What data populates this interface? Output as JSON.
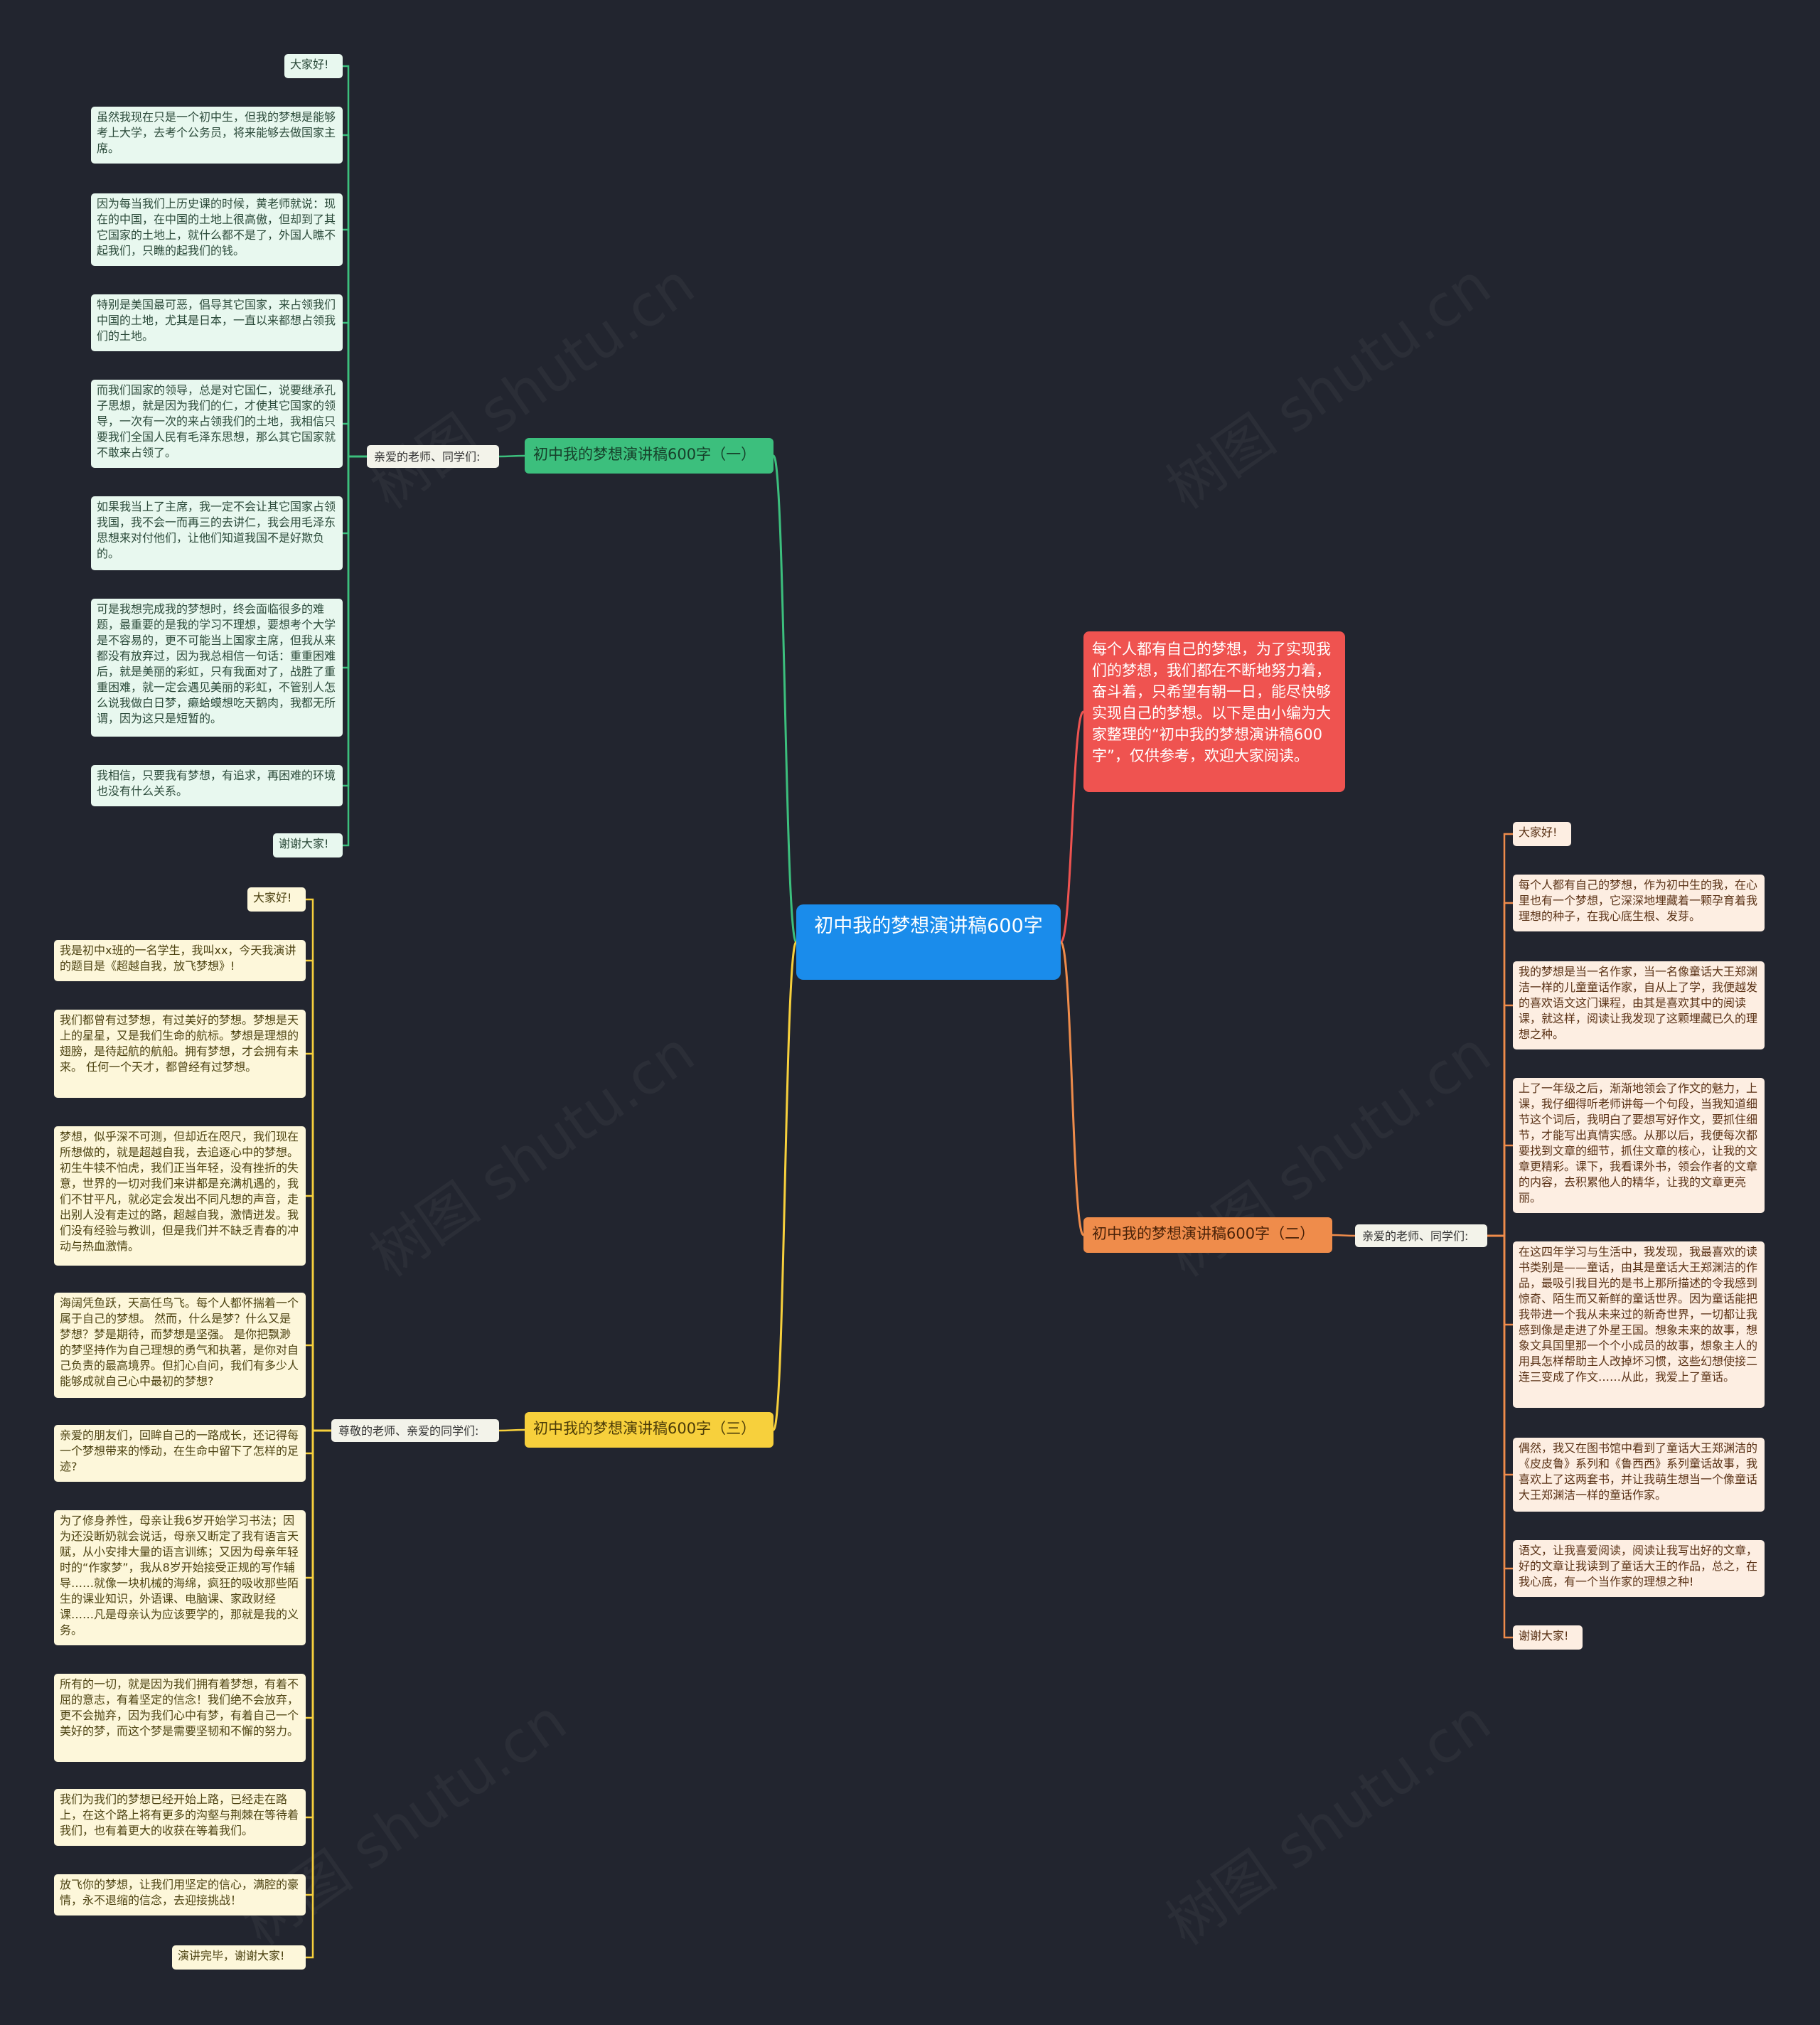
{
  "root": {
    "title": "初中我的梦想演讲稿600字"
  },
  "intro": {
    "text": "每个人都有自己的梦想，为了实现我们的梦想，我们都在不断地努力着，奋斗着，只希望有朝一日，能尽快够实现自己的梦想。以下是由小编为大家整理的“初中我的梦想演讲稿600字”，仅供参考，欢迎大家阅读。"
  },
  "branch1": {
    "title": "初中我的梦想演讲稿600字（一）",
    "greeting": "亲爱的老师、同学们:",
    "items": [
      "大家好!",
      "虽然我现在只是一个初中生，但我的梦想是能够考上大学，去考个公务员，将来能够去做国家主席。",
      "因为每当我们上历史课的时候，黄老师就说：现在的中国，在中国的土地上很高傲，但却到了其它国家的土地上，就什么都不是了，外国人瞧不起我们，只瞧的起我们的钱。",
      "特别是美国最可恶，倡导其它国家，来占领我们中国的土地，尤其是日本，一直以来都想占领我们的土地。",
      "而我们国家的领导，总是对它国仁，说要继承孔子思想，就是因为我们的仁，才使其它国家的领导，一次有一次的来占领我们的土地，我相信只要我们全国人民有毛泽东思想，那么其它国家就不敢来占领了。",
      "如果我当上了主席，我一定不会让其它国家占领我国，我不会一而再三的去讲仁，我会用毛泽东思想来对付他们，让他们知道我国不是好欺负的。",
      "可是我想完成我的梦想时，终会面临很多的难题，最重要的是我的学习不理想，要想考个大学是不容易的，更不可能当上国家主席，但我从来都没有放弃过，因为我总相信一句话：重重困难后，就是美丽的彩虹，只有我面对了，战胜了重重困难，就一定会遇见美丽的彩虹，不管别人怎么说我做白日梦，癞蛤蟆想吃天鹅肉，我都无所谓，因为这只是短暂的。",
      "我相信，只要我有梦想，有追求，再困难的环境也没有什么关系。",
      "谢谢大家!"
    ]
  },
  "branch2": {
    "title": "初中我的梦想演讲稿600字（二）",
    "greeting": "亲爱的老师、同学们:",
    "items": [
      "大家好!",
      "每个人都有自己的梦想，作为初中生的我，在心里也有一个梦想，它深深地埋藏着一颗孕育着我理想的种子，在我心底生根、发芽。",
      "我的梦想是当一名作家，当一名像童话大王郑渊洁一样的儿童童话作家，自从上了学，我便越发的喜欢语文这门课程，由其是喜欢其中的阅读课，就这样，阅读让我发现了这颗埋藏已久的理想之种。",
      "上了一年级之后，渐渐地领会了作文的魅力，上课，我仔细得听老师讲每一个句段，当我知道细节这个词后，我明白了要想写好作文，要抓住细节，才能写出真情实感。从那以后，我便每次都要找到文章的细节，抓住文章的核心，让我的文章更精彩。课下，我看课外书，领会作者的文章的内容，去积累他人的精华，让我的文章更亮丽。",
      "在这四年学习与生活中，我发现，我最喜欢的读书类别是——童话，由其是童话大王郑渊洁的作品，最吸引我目光的是书上那所描述的令我感到惊奇、陌生而又新鲜的童话世界。因为童话能把我带进一个我从未来过的新奇世界，一切都让我感到像是走进了外星王国。想象未来的故事，想象文具国里那一个个小成员的故事，想象主人的用具怎样帮助主人改掉坏习惯，这些幻想使接二连三变成了作文……从此，我爱上了童话。",
      "偶然，我又在图书馆中看到了童话大王郑渊洁的《皮皮鲁》系列和《鲁西西》系列童话故事，我喜欢上了这两套书，并让我萌生想当一个像童话大王郑渊洁一样的童话作家。",
      "语文，让我喜爱阅读，阅读让我写出好的文章，好的文章让我读到了童话大王的作品，总之，在我心底，有一个当作家的理想之种!",
      "谢谢大家!"
    ]
  },
  "branch3": {
    "title": "初中我的梦想演讲稿600字（三）",
    "greeting": "尊敬的老师、亲爱的同学们:",
    "items": [
      "大家好!",
      "我是初中x班的一名学生，我叫xx，今天我演讲的题目是《超越自我，放飞梦想》!",
      "我们都曾有过梦想，有过美好的梦想。梦想是天上的星星，又是我们生命的航标。梦想是理想的翅膀，是待起航的航船。拥有梦想，才会拥有未来。 任何一个天才，都曾经有过梦想。",
      "梦想，似乎深不可测，但却近在咫尺，我们现在所想做的，就是超越自我，去追逐心中的梦想。初生牛犊不怕虎，我们正当年轻，没有挫折的失意，世界的一切对我们来讲都是充满机遇的，我们不甘平凡，就必定会发出不同凡想的声音，走出别人没有走过的路，超越自我，激情迸发。我们没有经验与教训，但是我们并不缺乏青春的冲动与热血激情。",
      "海阔凭鱼跃，天高任鸟飞。每个人都怀揣着一个属于自己的梦想。 然而，什么是梦？什么又是梦想？梦是期待，而梦想是坚强。 是你把飘渺的梦坚持作为自己理想的勇气和执著，是你对自己负责的最高境界。但扪心自问，我们有多少人能够成就自己心中最初的梦想?",
      "亲爱的朋友们，回眸自己的一路成长，还记得每一个梦想带来的悸动，在生命中留下了怎样的足迹?",
      "为了修身养性，母亲让我6岁开始学习书法；因为还没断奶就会说话，母亲又断定了我有语言天赋，从小安排大量的语言训练；又因为母亲年轻时的“作家梦”，我从8岁开始接受正规的写作辅导……就像一块机械的海绵，疯狂的吸收那些陌生的课业知识，外语课、电脑课、家政财经课……凡是母亲认为应该要学的，那就是我的义务。",
      "所有的一切，就是因为我们拥有着梦想，有着不屈的意志，有着坚定的信念！我们绝不会放弃，更不会抛弃，因为我们心中有梦，有着自己一个美好的梦，而这个梦是需要坚韧和不懈的努力。",
      "我们为我们的梦想已经开始上路，已经走在路上，在这个路上将有更多的沟壑与荆棘在等待着我们，也有着更大的收获在等着我们。",
      "放飞你的梦想，让我们用坚定的信心，满腔的豪情，永不退缩的信念，去迎接挑战！",
      "演讲完毕，谢谢大家!"
    ]
  },
  "colors": {
    "background": "#22252f",
    "root": "#1a8ceb",
    "intro": "#ef5350",
    "branch1": "#3cbf7d",
    "branch2": "#ef8c4b",
    "branch3": "#f7d03c"
  }
}
